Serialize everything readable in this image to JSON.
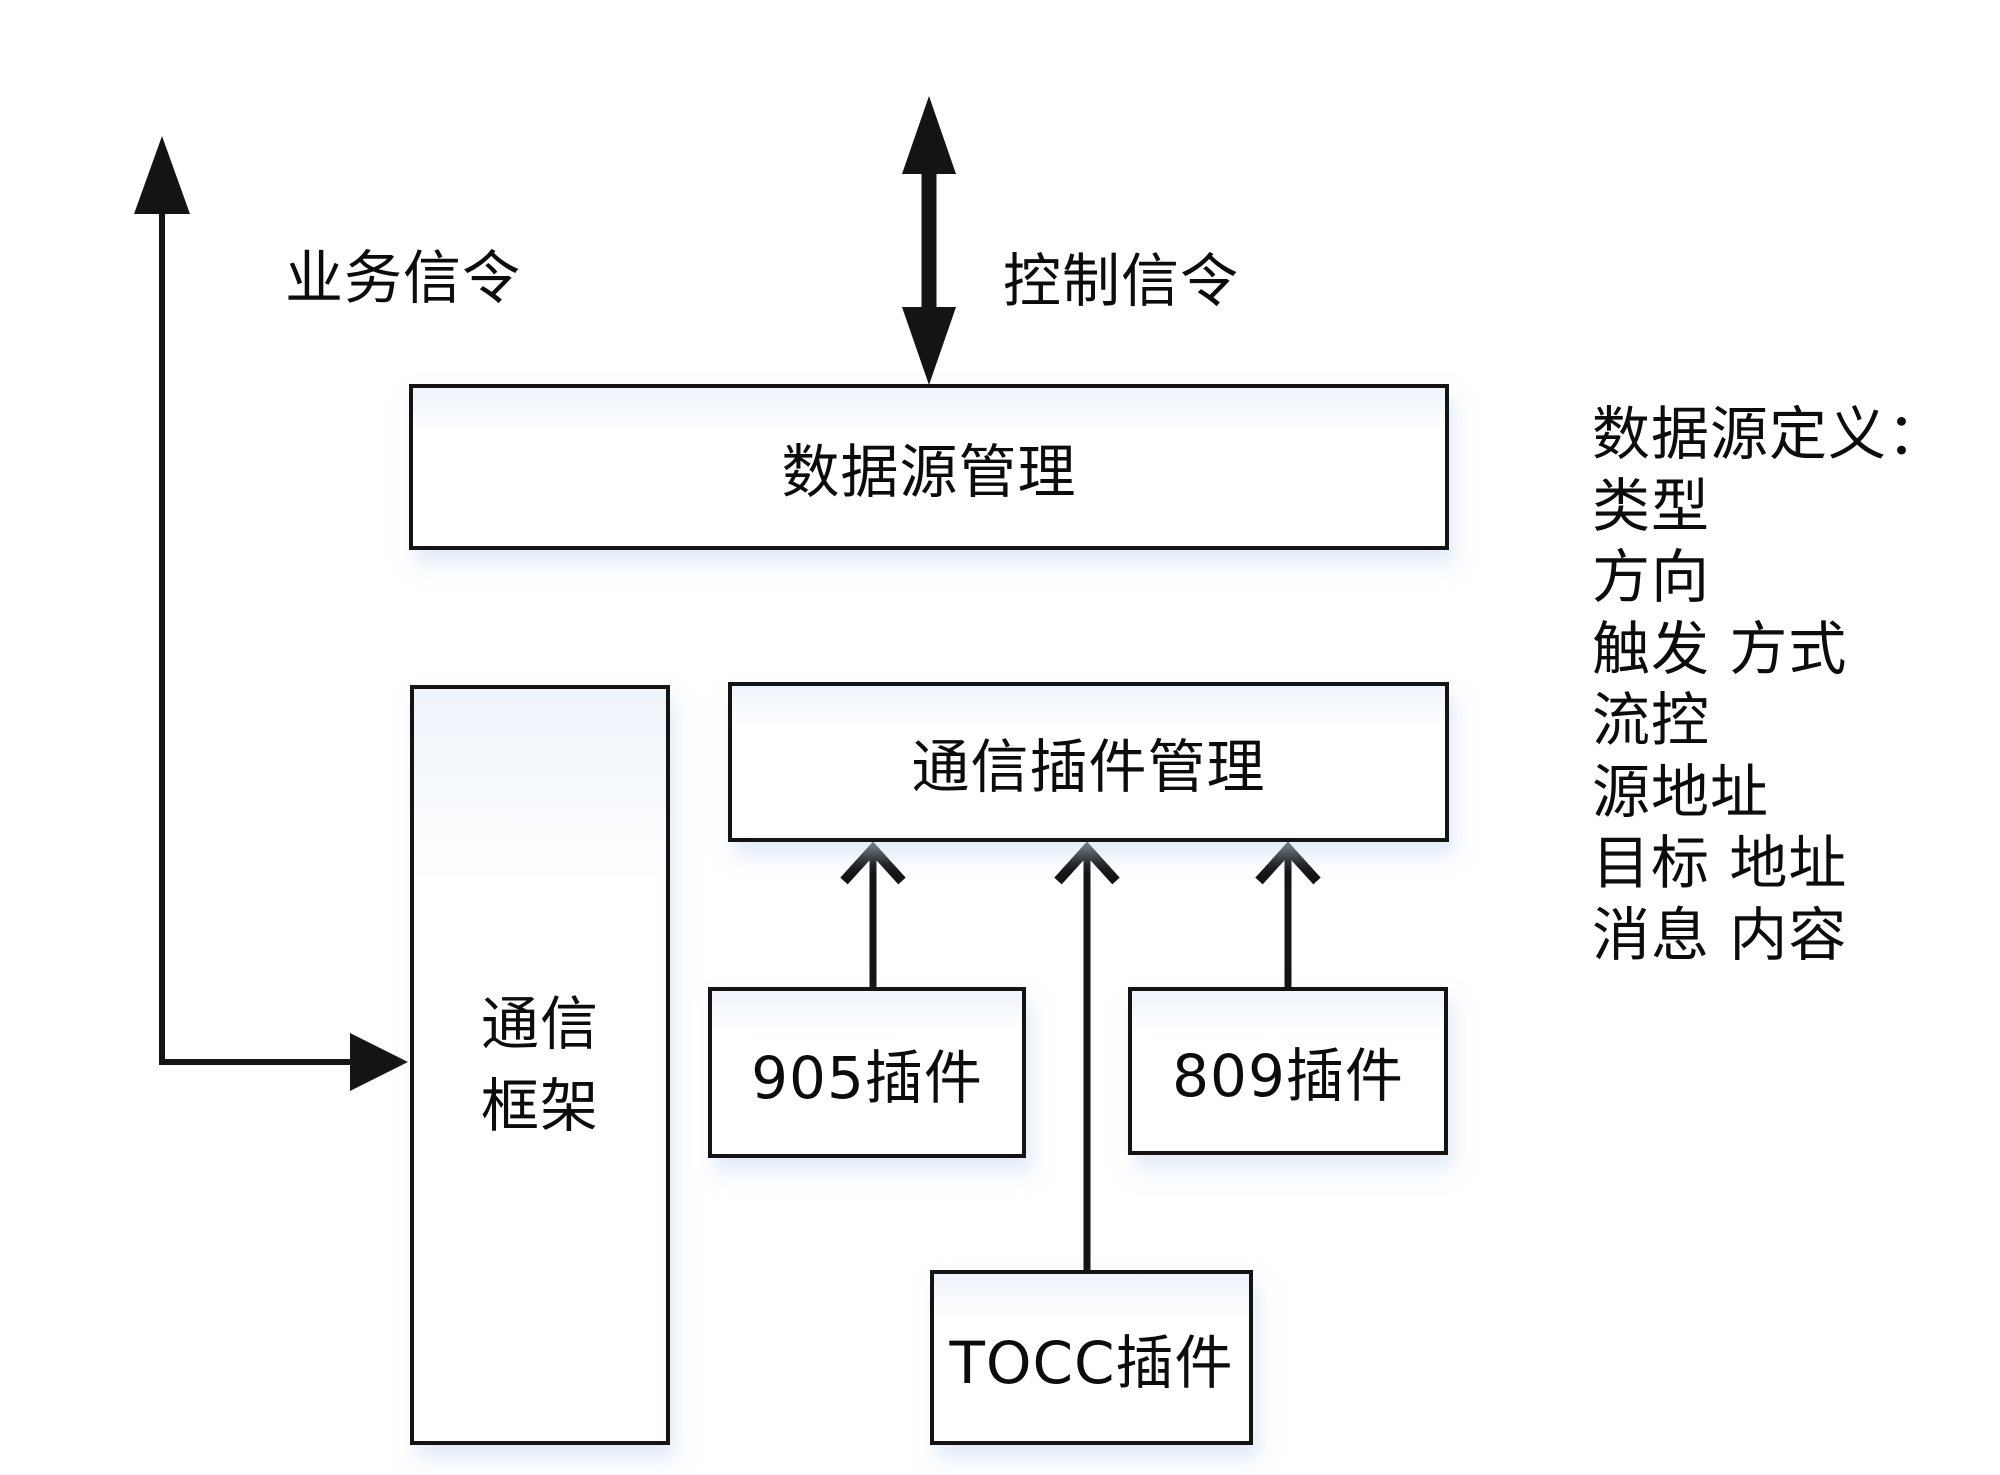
{
  "diagram": {
    "signals": {
      "business": "业务信令",
      "control": "控制信令"
    },
    "boxes": {
      "datasource_mgmt": "数据源管理",
      "plugin_mgmt": "通信插件管理",
      "framework_line1": "通信",
      "framework_line2": "框架",
      "plugin_905": "905插件",
      "plugin_809": "809插件",
      "plugin_tocc": "TOCC插件"
    },
    "sidebar": {
      "title": "数据源定义：",
      "items": [
        "类型",
        "方向",
        "触发 方式",
        "流控",
        "源地址",
        "目标 地址",
        "消息 内容"
      ]
    },
    "colors": {
      "line": "#141414",
      "text": "#0c0c0c",
      "box_shadow": "#cbdbf2",
      "background": "#ffffff"
    }
  }
}
